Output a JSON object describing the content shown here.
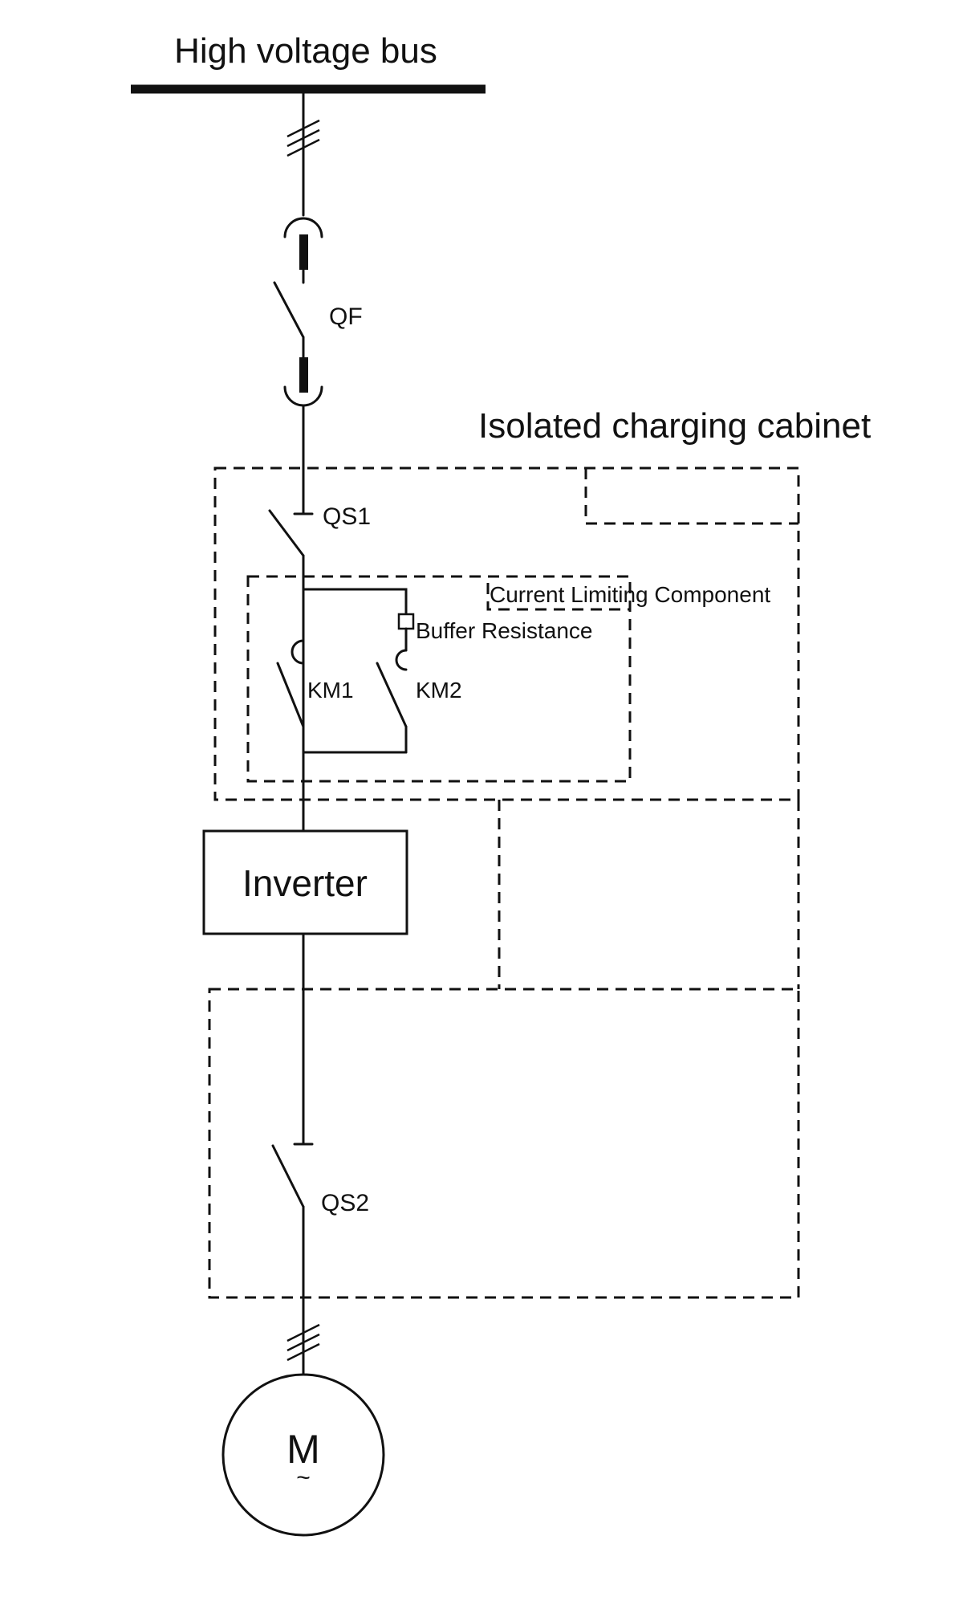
{
  "labels": {
    "bus": "High voltage bus",
    "breaker": "QF",
    "cabinet": "Isolated charging cabinet",
    "qs1": "QS1",
    "current_limiting": "Current Limiting Component",
    "buffer_resistance": "Buffer Resistance",
    "km1": "KM1",
    "km2": "KM2",
    "inverter": "Inverter",
    "qs2": "QS2",
    "motor_symbol": "M",
    "motor_ac": "~"
  }
}
